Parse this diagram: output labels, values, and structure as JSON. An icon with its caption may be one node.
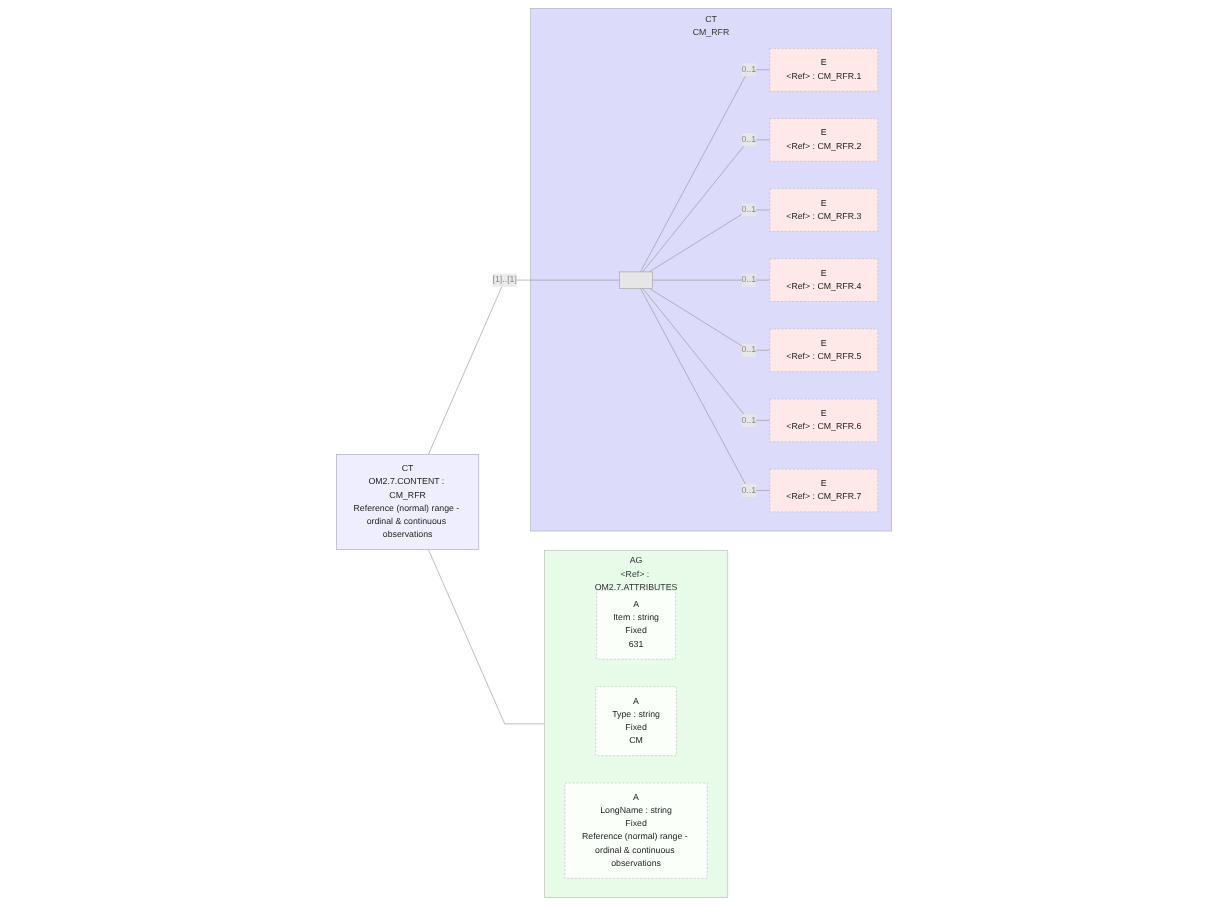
{
  "diagram": {
    "nodes": [
      {
        "text": [
          "CT",
          "OM2.7.CONTENT : CM_RFR",
          "Reference (normal) range - ordinal & continuous observations"
        ]
      },
      {
        "text": [
          "AG",
          "<Ref> : OM2.7.ATTRIBUTES"
        ]
      },
      {
        "text": [
          "A",
          "Item : string",
          "Fixed",
          "631"
        ],
        "in": 1
      },
      {
        "text": [
          "A",
          "Type : string",
          "Fixed",
          "CM"
        ],
        "in": 1
      },
      {
        "text": [
          "A",
          "LongName : string",
          "Fixed",
          "Reference (normal) range - ordinal & continuous observations"
        ],
        "in": 1
      },
      {
        "text": [
          "CT",
          "CM_RFR"
        ]
      },
      {
        "text": [],
        "shape": "bar",
        "in": 5
      },
      {
        "text": [
          "E",
          "<Ref> : CM_RFR.1"
        ],
        "in": 5
      },
      {
        "text": [
          "E",
          "<Ref> : CM_RFR.2"
        ],
        "in": 5
      },
      {
        "text": [
          "E",
          "<Ref> : CM_RFR.3"
        ],
        "in": 5
      },
      {
        "text": [
          "E",
          "<Ref> : CM_RFR.4"
        ],
        "in": 5
      },
      {
        "text": [
          "E",
          "<Ref> : CM_RFR.5"
        ],
        "in": 5
      },
      {
        "text": [
          "E",
          "<Ref> : CM_RFR.6"
        ],
        "in": 5
      },
      {
        "text": [
          "E",
          "<Ref> : CM_RFR.7"
        ],
        "in": 5
      }
    ],
    "edges": [
      {
        "from": 0,
        "to": 1,
        "arrow": "none"
      },
      {
        "from": 0,
        "to": 6,
        "arrow": "none",
        "label": "[1]..[1]"
      },
      {
        "from": 6,
        "to": 7,
        "arrow": "none",
        "label": "0..1"
      },
      {
        "from": 6,
        "to": 8,
        "arrow": "none",
        "label": "0..1"
      },
      {
        "from": 6,
        "to": 9,
        "arrow": "none",
        "label": "0..1"
      },
      {
        "from": 6,
        "to": 10,
        "arrow": "none",
        "label": "0..1"
      },
      {
        "from": 6,
        "to": 11,
        "arrow": "none",
        "label": "0..1"
      },
      {
        "from": 6,
        "to": 12,
        "arrow": "none",
        "label": "0..1"
      },
      {
        "from": 6,
        "to": 13,
        "arrow": "none",
        "label": "0..1"
      }
    ]
  }
}
